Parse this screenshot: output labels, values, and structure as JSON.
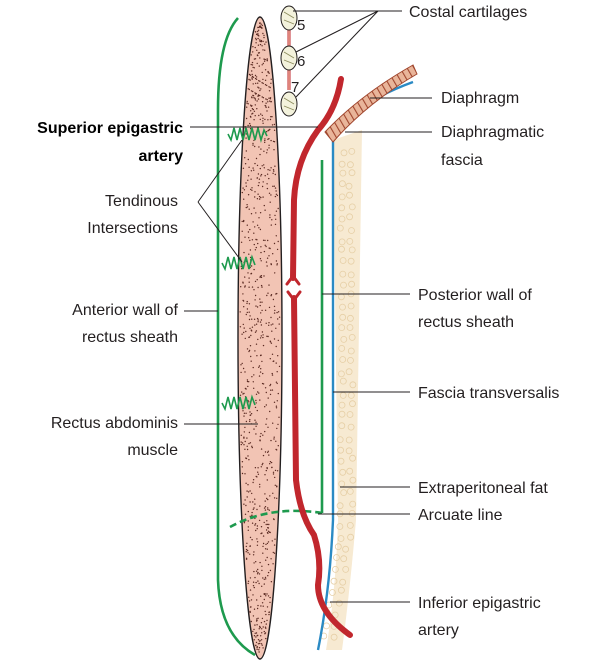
{
  "labels": {
    "costal_cartilages": "Costal cartilages",
    "diaphragm": "Diaphragm",
    "diaphragmatic_fascia_1": "Diaphragmatic",
    "diaphragmatic_fascia_2": "fascia",
    "superior_epigastric_1": "Superior epigastric",
    "superior_epigastric_2": "artery",
    "tendinous_1": "Tendinous",
    "tendinous_2": "Intersections",
    "anterior_wall_1": "Anterior wall of",
    "anterior_wall_2": "rectus sheath",
    "posterior_wall_1": "Posterior wall of",
    "posterior_wall_2": "rectus sheath",
    "fascia_transversalis": "Fascia transversalis",
    "rectus_abdominis_1": "Rectus abdominis",
    "rectus_abdominis_2": "muscle",
    "extraperitoneal_fat": "Extraperitoneal fat",
    "arcuate_line": "Arcuate line",
    "inferior_epigastric_1": "Inferior epigastric",
    "inferior_epigastric_2": "artery"
  },
  "cartilage_numbers": [
    "5",
    "6",
    "7"
  ],
  "colors": {
    "sheath_green": "#1e9a4e",
    "muscle_fill": "#f2c4b4",
    "artery_red": "#c1272d",
    "fascia_blue": "#2a8ac4",
    "fat_fill": "#f7ead2",
    "cartilage_fill": "#f3f2dc"
  }
}
